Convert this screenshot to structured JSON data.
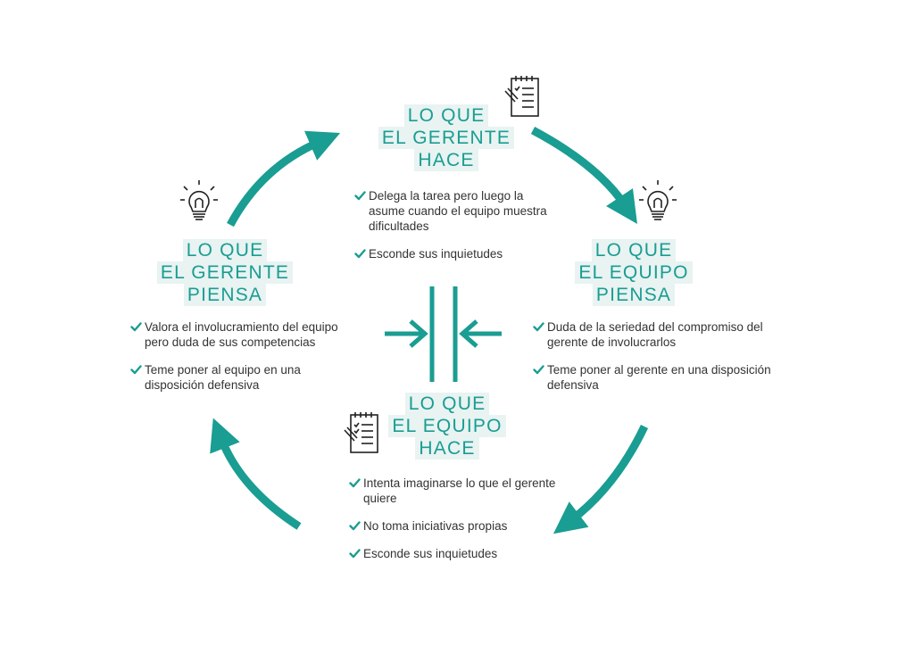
{
  "colors": {
    "accent": "#1a9d92",
    "title_bg": "#e8f3f2",
    "text": "#333333",
    "icon": "#222222"
  },
  "sections": {
    "gerente_hace": {
      "title": [
        "LO QUE",
        "EL GERENTE",
        "HACE"
      ],
      "icon": "checklist-clipboard-icon",
      "items": [
        "Delega la tarea pero luego la asume cuando el equipo muestra dificultades",
        "Esconde sus inquietudes"
      ]
    },
    "equipo_piensa": {
      "title": [
        "LO QUE",
        "EL EQUIPO",
        "PIENSA"
      ],
      "icon": "lightbulb-icon",
      "items": [
        "Duda de la seriedad del compromiso del gerente de involucrarlos",
        "Teme poner al gerente en una disposición defensiva"
      ]
    },
    "equipo_hace": {
      "title": [
        "LO QUE",
        "EL EQUIPO",
        "HACE"
      ],
      "icon": "checklist-clipboard-icon",
      "items": [
        "Intenta imaginarse lo que el gerente quiere",
        "No toma iniciativas propias",
        "Esconde sus inquietudes"
      ]
    },
    "gerente_piensa": {
      "title": [
        "LO QUE",
        "EL GERENTE",
        "PIENSA"
      ],
      "icon": "lightbulb-icon",
      "items": [
        "Valora el involucramiento del equipo pero duda de sus competencias",
        "Teme poner al equipo en una disposición defensiva"
      ]
    }
  }
}
